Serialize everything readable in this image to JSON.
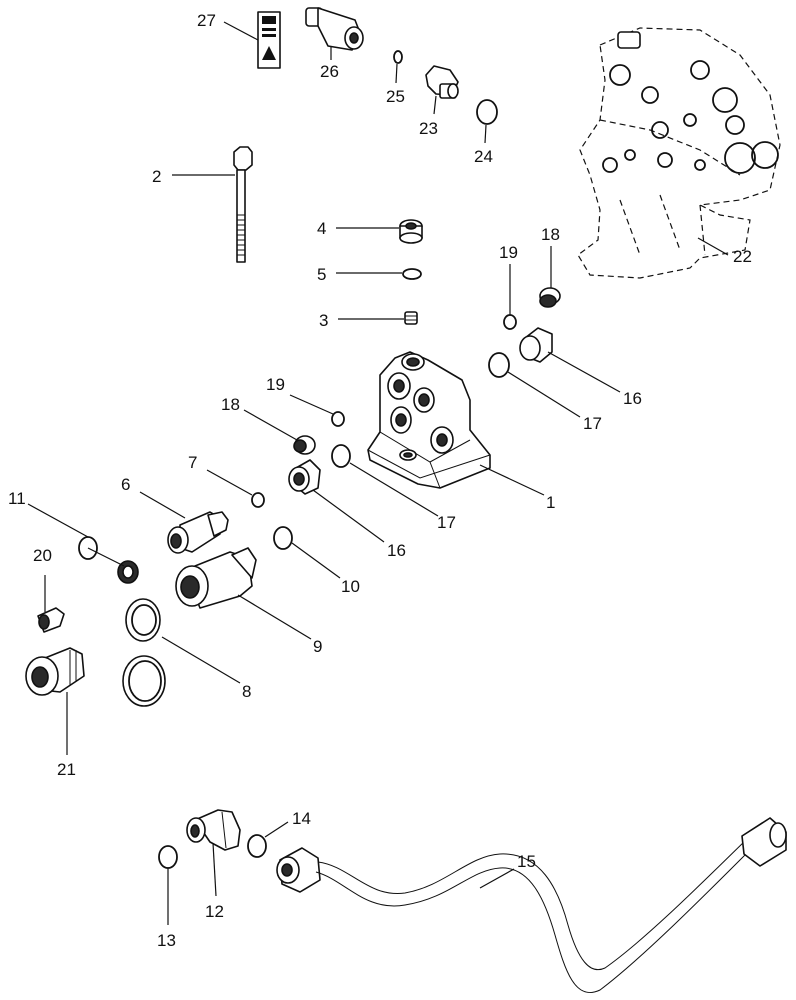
{
  "callouts": {
    "c1": "1",
    "c2": "2",
    "c3": "3",
    "c4": "4",
    "c5": "5",
    "c6": "6",
    "c7": "7",
    "c8": "8",
    "c9": "9",
    "c10": "10",
    "c11": "11",
    "c12": "12",
    "c13": "13",
    "c14": "14",
    "c15": "15",
    "c16a": "16",
    "c16b": "16",
    "c17a": "17",
    "c17b": "17",
    "c18a": "18",
    "c18b": "18",
    "c19a": "19",
    "c19b": "19",
    "c20": "20",
    "c21": "21",
    "c22": "22",
    "c23": "23",
    "c24": "24",
    "c25": "25",
    "c26": "26",
    "c27": "27"
  }
}
